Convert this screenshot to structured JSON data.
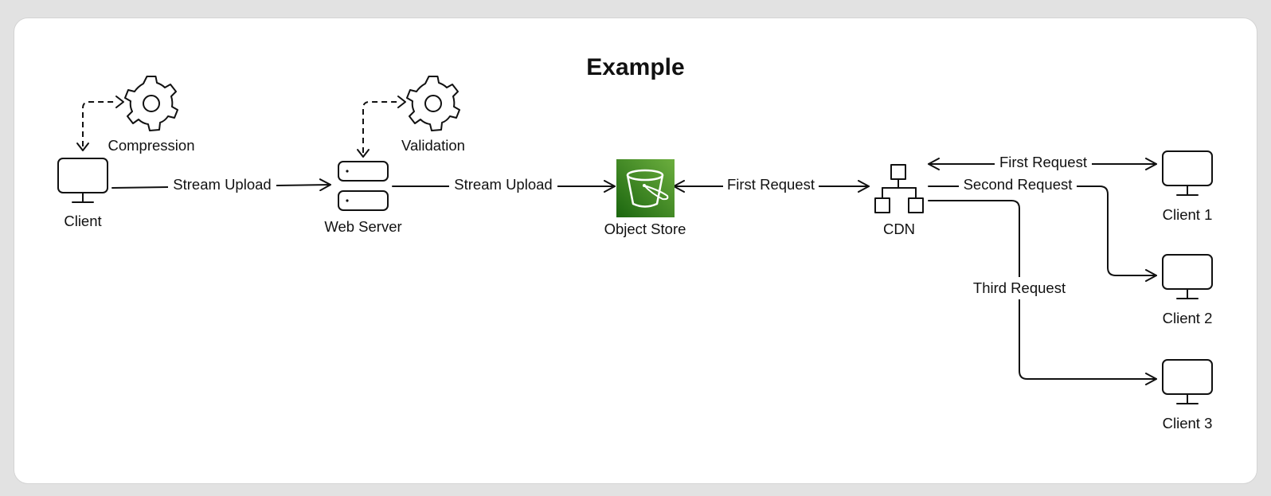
{
  "title": "Example",
  "nodes": {
    "client": {
      "label": "Client",
      "icon": "monitor-icon"
    },
    "compression": {
      "label": "Compression",
      "icon": "gear-icon"
    },
    "web_server": {
      "label": "Web Server",
      "icon": "server-icon"
    },
    "validation": {
      "label": "Validation",
      "icon": "gear-icon"
    },
    "object_store": {
      "label": "Object Store",
      "icon": "bucket-icon",
      "color": "#3f8e2f"
    },
    "cdn": {
      "label": "CDN",
      "icon": "network-icon"
    },
    "client1": {
      "label": "Client 1",
      "icon": "monitor-icon"
    },
    "client2": {
      "label": "Client 2",
      "icon": "monitor-icon"
    },
    "client3": {
      "label": "Client 3",
      "icon": "monitor-icon"
    }
  },
  "edges": {
    "upload1": {
      "label": "Stream Upload"
    },
    "upload2": {
      "label": "Stream Upload"
    },
    "first_request_store": {
      "label": "First Request"
    },
    "first_request_client": {
      "label": "First Request"
    },
    "second_request": {
      "label": "Second Request"
    },
    "third_request": {
      "label": "Third Request"
    }
  }
}
